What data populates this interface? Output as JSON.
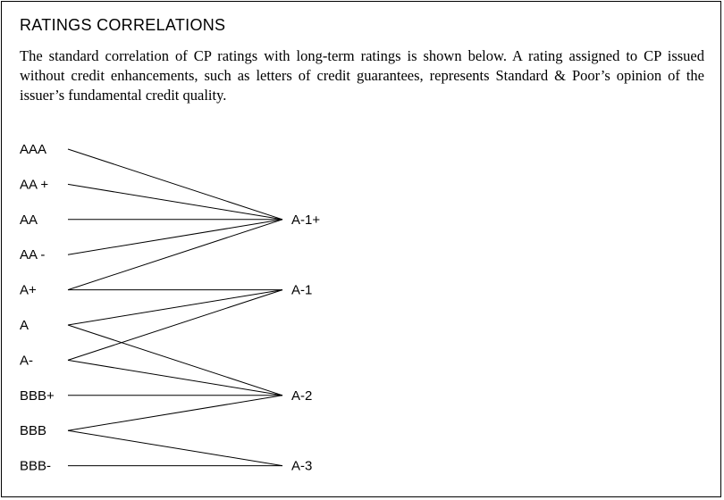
{
  "heading": "RATINGS CORRELATIONS",
  "intro": "The standard correlation of CP ratings with long-term ratings is shown below. A rating assigned to CP issued without credit enhancements, such as letters of credit guarantees, represents Standard & Poor’s opinion of the issuer’s fundamental credit quality.",
  "long_term_ratings": [
    "AAA",
    "AA +",
    "AA",
    "AA -",
    "A+",
    "A",
    "A-",
    "BBB+",
    "BBB",
    "BBB-"
  ],
  "cp_ratings": [
    "A-1+",
    "A-1",
    "A-2",
    "A-3"
  ],
  "correlations": [
    {
      "from": "AAA",
      "to": "A-1+"
    },
    {
      "from": "AA +",
      "to": "A-1+"
    },
    {
      "from": "AA",
      "to": "A-1+"
    },
    {
      "from": "AA -",
      "to": "A-1+"
    },
    {
      "from": "A+",
      "to": "A-1+"
    },
    {
      "from": "A+",
      "to": "A-1"
    },
    {
      "from": "A",
      "to": "A-1"
    },
    {
      "from": "A",
      "to": "A-2"
    },
    {
      "from": "A-",
      "to": "A-1"
    },
    {
      "from": "A-",
      "to": "A-2"
    },
    {
      "from": "BBB+",
      "to": "A-2"
    },
    {
      "from": "BBB",
      "to": "A-2"
    },
    {
      "from": "BBB",
      "to": "A-3"
    },
    {
      "from": "BBB-",
      "to": "A-3"
    }
  ]
}
